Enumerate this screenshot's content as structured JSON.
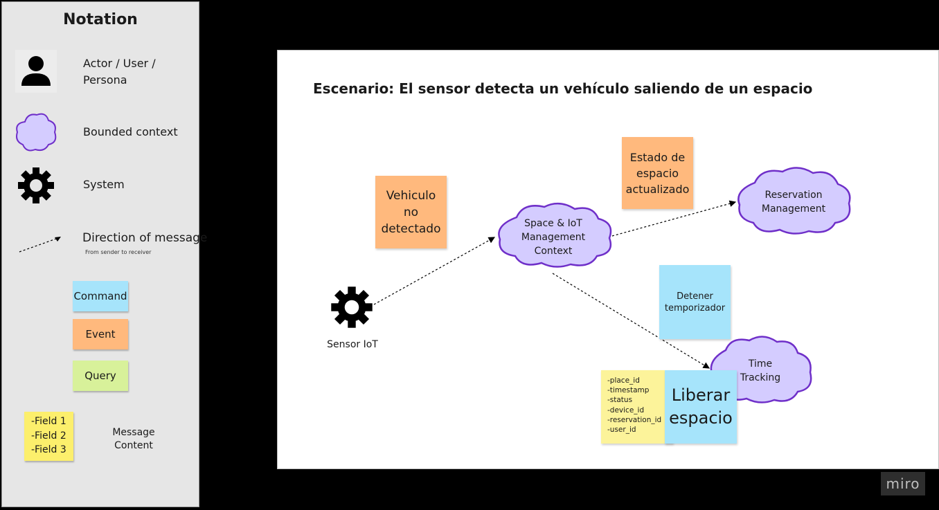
{
  "notation": {
    "title": "Notation",
    "actor_label_line1": "Actor / User /",
    "actor_label_line2": "Persona",
    "bounded_context_label": "Bounded context",
    "system_label": "System",
    "direction_label": "Direction of message",
    "direction_sublabel": "From sender to receiver",
    "command_label": "Command",
    "event_label": "Event",
    "query_label": "Query",
    "fields": [
      "-Field 1",
      "-Field 2",
      "-Field 3"
    ],
    "message_content_line1": "Message",
    "message_content_line2": "Content"
  },
  "scenario": {
    "title": "Escenario: El sensor detecta un vehículo saliendo de un espacio",
    "sensor_label": "Sensor IoT",
    "event_no_detectado": [
      "Vehiculo",
      "no",
      "detectado"
    ],
    "event_actualizado": [
      "Estado de",
      "espacio",
      "actualizado"
    ],
    "space_iot_context": [
      "Space & IoT",
      "Management",
      "Context"
    ],
    "reservation_management": [
      "Reservation",
      "Management"
    ],
    "time_tracking": [
      "Time",
      "Tracking"
    ],
    "command_detener": [
      "Detener",
      "temporizador"
    ],
    "command_liberar": [
      "Liberar",
      "espacio"
    ],
    "liberar_fields": [
      "-place_id",
      "-timestamp",
      "-status",
      "-device_id",
      "-reservation_id",
      "-user_id"
    ]
  },
  "colors": {
    "event": "#ffb97d",
    "command": "#a6e4fb",
    "query": "#d8f19a",
    "message_content": "#fcef6c",
    "bounded_context_fill": "#d4ccff",
    "bounded_context_stroke": "#6f2fc9"
  },
  "watermark": "miro"
}
